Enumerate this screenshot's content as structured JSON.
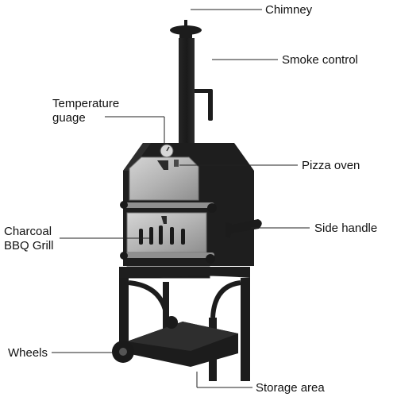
{
  "labels": {
    "chimney": "Chimney",
    "smoke_control": "Smoke control",
    "temperature_gauge": "Temperature\nguage",
    "pizza_oven": "Pizza oven",
    "charcoal_grill": "Charcoal\nBBQ Grill",
    "side_handle": "Side handle",
    "wheels": "Wheels",
    "storage_area": "Storage area"
  },
  "colors": {
    "body": "#1c1c1c",
    "body_highlight": "#2c2c2c",
    "steel": "#b9b9b9",
    "steel_dark": "#8a8a8a",
    "leader_line": "#222222",
    "text": "#111111"
  }
}
